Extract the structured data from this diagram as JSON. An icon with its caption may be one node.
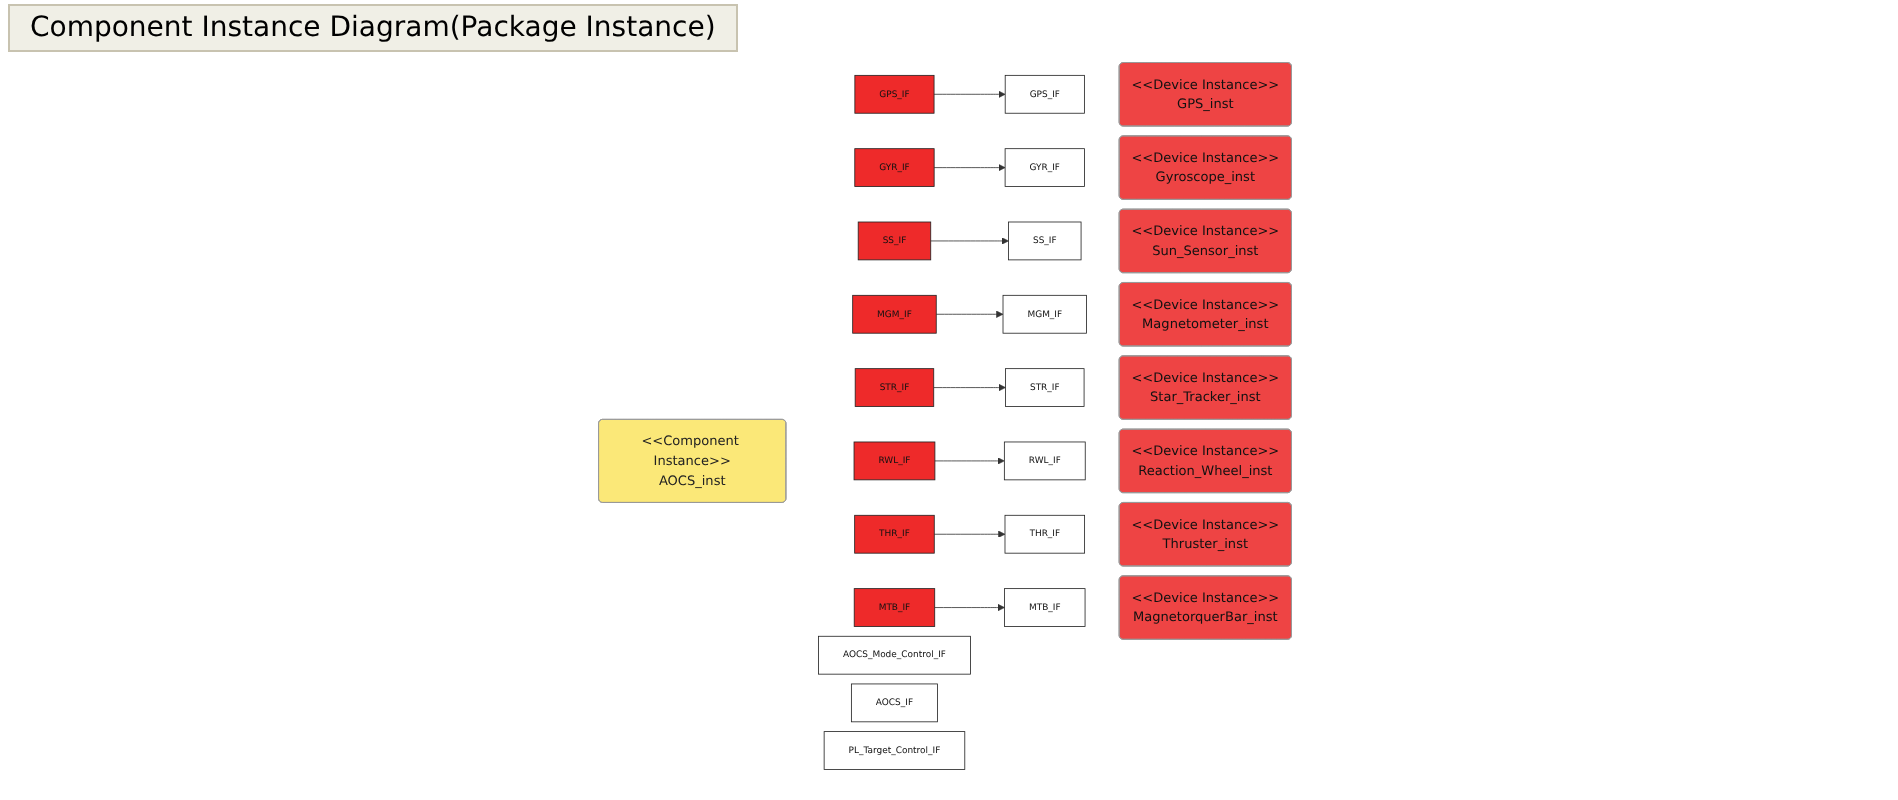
{
  "diagram": {
    "title": "Component Instance Diagram(Package Instance)",
    "nodes": [
      {
        "text": [
          "<<Component Instance>>",
          "AOCS_inst"
        ]
      },
      {
        "text": [
          "<<Device Instance>>",
          "GPS_inst"
        ]
      },
      {
        "text": [
          "<<Device Instance>>",
          "Gyroscope_inst"
        ]
      },
      {
        "text": [
          "<<Device Instance>>",
          "Sun_Sensor_inst"
        ]
      },
      {
        "text": [
          "<<Device Instance>>",
          "Magnetometer_inst"
        ]
      },
      {
        "text": [
          "<<Device Instance>>",
          "Star_Tracker_inst"
        ]
      },
      {
        "text": [
          "<<Device Instance>>",
          "Reaction_Wheel_inst"
        ]
      },
      {
        "text": [
          "<<Device Instance>>",
          "Thruster_inst"
        ]
      },
      {
        "text": [
          "<<Device Instance>>",
          "MagnetorquerBar_inst"
        ]
      },
      {
        "text": [
          "GPS_IF"
        ]
      },
      {
        "text": [
          "GYR_IF"
        ]
      },
      {
        "text": [
          "SS_IF"
        ]
      },
      {
        "text": [
          "MGM_IF"
        ]
      },
      {
        "text": [
          "STR_IF"
        ]
      },
      {
        "text": [
          "RWL_IF"
        ]
      },
      {
        "text": [
          "THR_IF"
        ]
      },
      {
        "text": [
          "MTB_IF"
        ]
      },
      {
        "text": [
          "AOCS_Mode_Control_IF"
        ]
      },
      {
        "text": [
          "AOCS_IF"
        ]
      },
      {
        "text": [
          "PL_Target_Control_IF"
        ]
      },
      {
        "text": [
          "GPS_IF"
        ]
      },
      {
        "text": [
          "GYR_IF"
        ]
      },
      {
        "text": [
          "SS_IF"
        ]
      },
      {
        "text": [
          "MGM_IF"
        ]
      },
      {
        "text": [
          "STR_IF"
        ]
      },
      {
        "text": [
          "RWL_IF"
        ]
      },
      {
        "text": [
          "THR_IF"
        ]
      },
      {
        "text": [
          "MTB_IF"
        ]
      }
    ],
    "edges": [
      {
        "from": 9,
        "to": 20,
        "arrow": "to"
      },
      {
        "from": 10,
        "to": 21,
        "arrow": "to"
      },
      {
        "from": 11,
        "to": 22,
        "arrow": "to"
      },
      {
        "from": 12,
        "to": 23,
        "arrow": "to"
      },
      {
        "from": 13,
        "to": 24,
        "arrow": "to"
      },
      {
        "from": 14,
        "to": 25,
        "arrow": "to"
      },
      {
        "from": 15,
        "to": 26,
        "arrow": "to"
      },
      {
        "from": 16,
        "to": 27,
        "arrow": "to"
      }
    ]
  }
}
